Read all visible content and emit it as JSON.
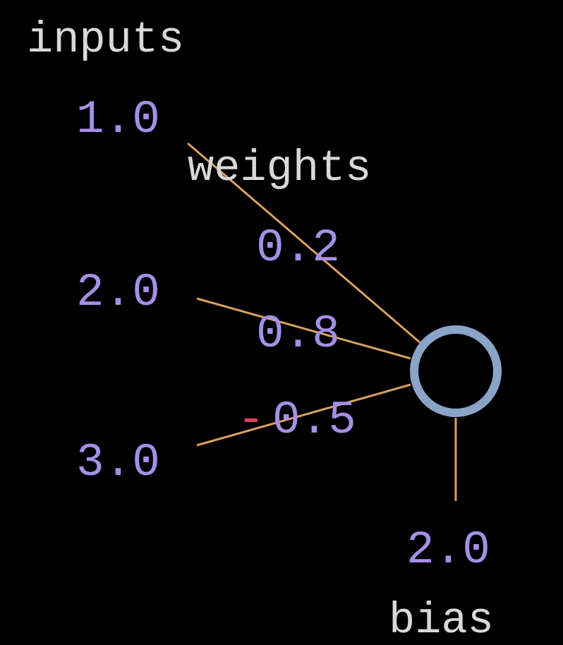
{
  "labels": {
    "inputs": "inputs",
    "weights": "weights",
    "bias": "bias"
  },
  "inputs": [
    {
      "value": "1.0"
    },
    {
      "value": "2.0"
    },
    {
      "value": "3.0"
    }
  ],
  "weights": [
    {
      "value": "0.2"
    },
    {
      "value": "0.8"
    },
    {
      "sign": "-",
      "value": "0.5"
    }
  ],
  "bias": {
    "value": "2.0"
  },
  "colors": {
    "background": "#000000",
    "heading_text": "#d8d8d8",
    "value_text": "#a58fe6",
    "negative_sign": "#e0405e",
    "connection": "#d9a062",
    "neuron_stroke": "#8aa4c8"
  }
}
